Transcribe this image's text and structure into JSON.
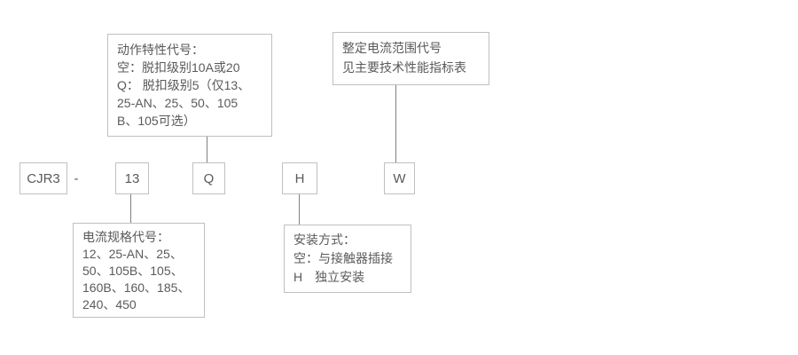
{
  "diagram": {
    "model_row": {
      "prefix": "CJR3",
      "separator": "-",
      "codes": [
        "13",
        "Q",
        "H",
        "W"
      ]
    },
    "callouts": {
      "action_characteristic": {
        "line0": "动作特性代号：",
        "line1": "空：脱扣级别10A或20",
        "line2": "Q： 脱扣级别5（仅13、",
        "line3": "25-AN、25、50、105",
        "line4": "B、105可选）"
      },
      "setting_current_range": {
        "line0": "整定电流范围代号",
        "line1": "见主要技术性能指标表"
      },
      "current_spec": {
        "line0": "电流规格代号：",
        "line1": "12、25-AN、25、",
        "line2": "50、105B、105、",
        "line3": "160B、160、185、",
        "line4": "240、450"
      },
      "mounting": {
        "line0": "安装方式：",
        "line1": "空：与接触器插接",
        "line2": "H　独立安装"
      }
    },
    "colors": {
      "background": "#ffffff",
      "box_border": "#c0c0c0",
      "connector_line": "#808080",
      "text": "#5a5a5a"
    }
  }
}
